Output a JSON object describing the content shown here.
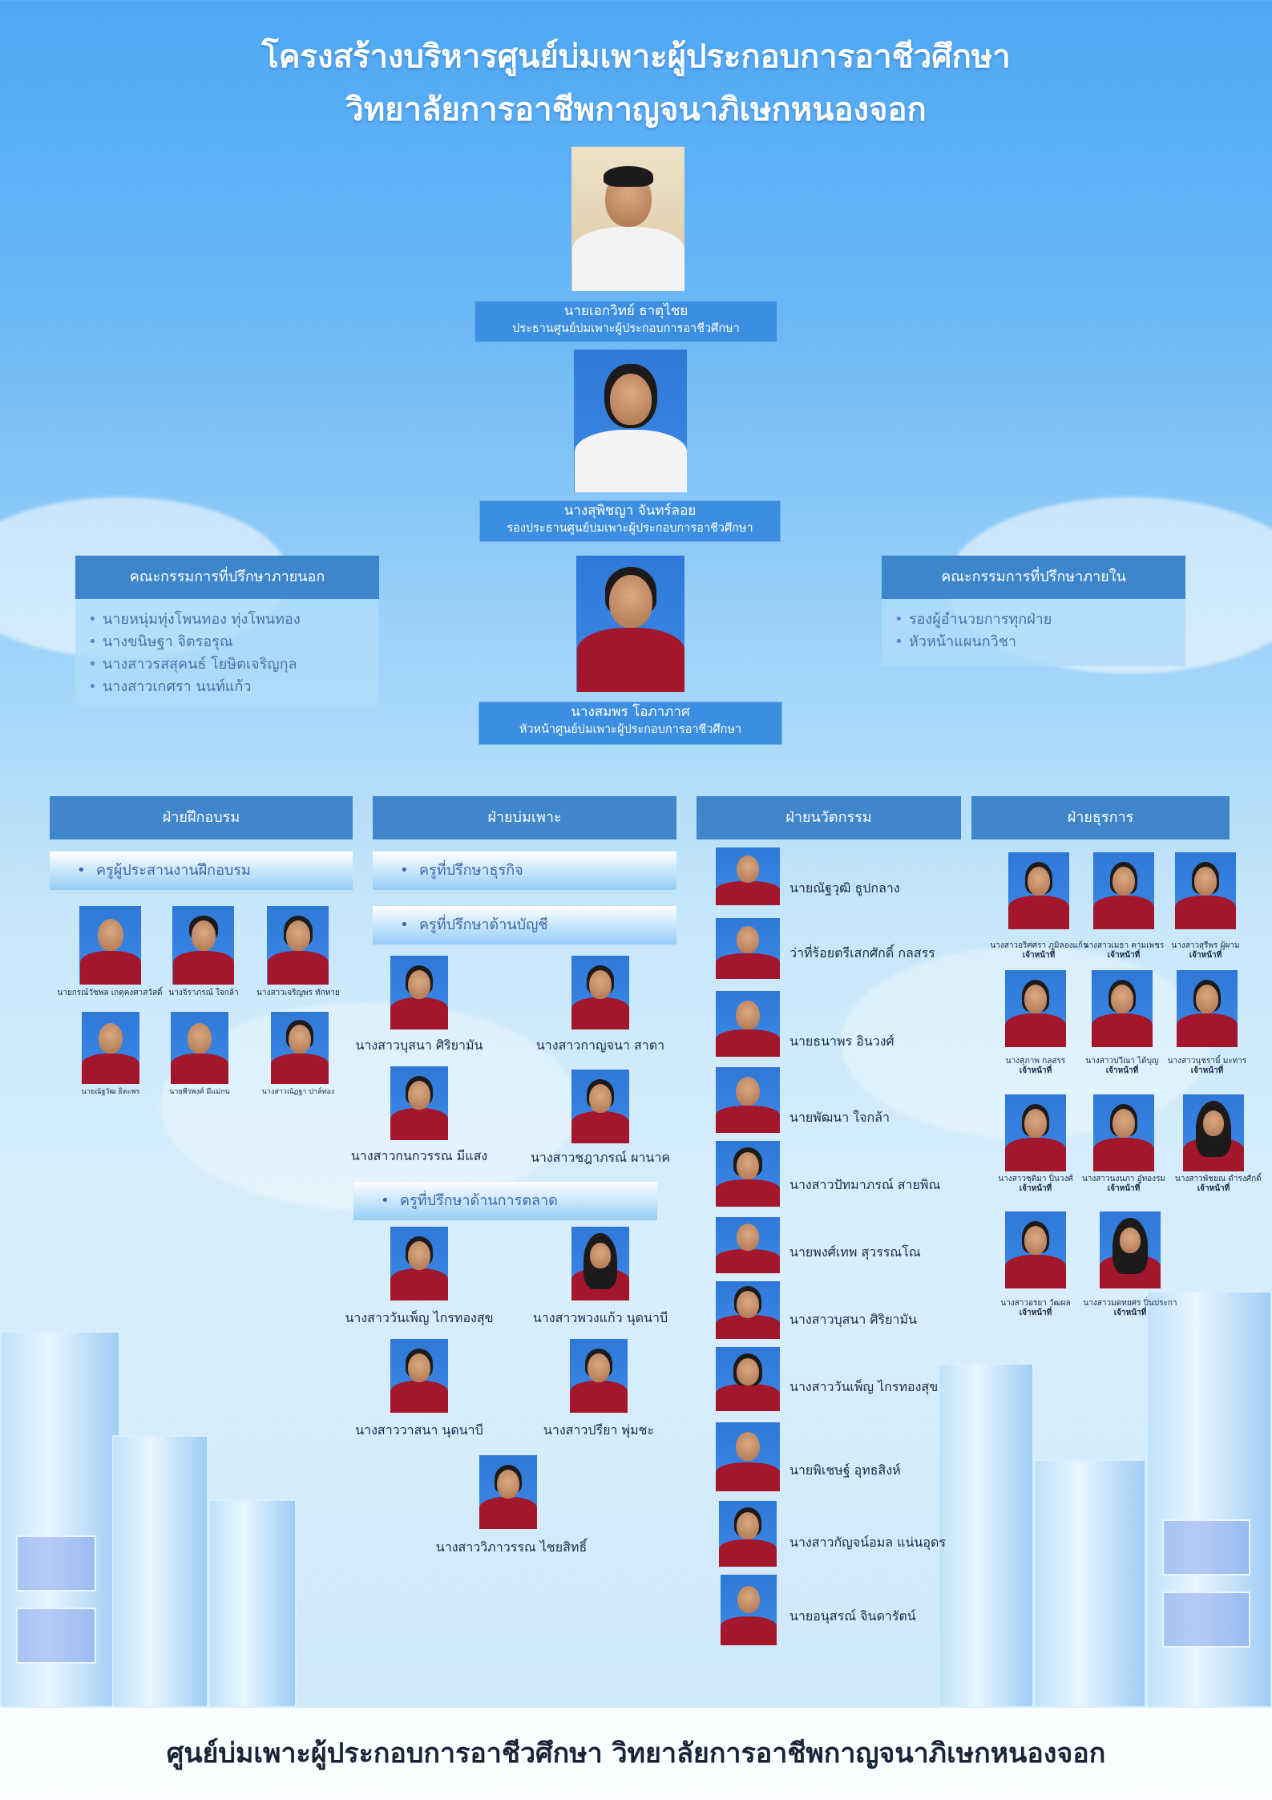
{
  "header": {
    "title_line1": "โครงสร้างบริหารศูนย์บ่มเพาะผู้ประกอบการอาชีวศึกษา",
    "title_line2": "วิทยาลัยการอาชีพกาญจนาภิเษกหนองจอก"
  },
  "leaders": [
    {
      "name": "นายเอกวิทย์ ธาตุไชย",
      "role": "ประธานศูนย์บ่มเพาะผู้ประกอบการอาชีวศึกษา"
    },
    {
      "name": "นางสุพิชญา จันทร์ลอย",
      "role": "รองประธานศูนย์บ่มเพาะผู้ประกอบการอาชีวศึกษา"
    },
    {
      "name": "นางสมพร โอภาภาศ",
      "role": "หัวหน้าศูนย์บ่มเพาะผู้ประกอบการอาชีวศึกษา"
    }
  ],
  "external_committee": {
    "title": "คณะกรรมการที่ปรึกษาภายนอก",
    "members": [
      "นายหนุ่มทุ่งโพนทอง ทุ่งโพนทอง",
      "นางขนิษฐา จิตรอรุณ",
      "นางสาวรสสุคนธ์ โยษิตเจริญกุล",
      "นางสาวเกศรา นนท์แก้ว"
    ]
  },
  "internal_committee": {
    "title": "คณะกรรมการที่ปรึกษาภายใน",
    "members": [
      "รองผู้อำนวยการทุกฝ่าย",
      "หัวหน้าแผนกวิชา"
    ]
  },
  "training": {
    "title": "ฝ่ายฝึกอบรม",
    "sub_title": "ครูผู้ประสานงานฝึกอบรม",
    "people": [
      "นายกรณ์วัชพล เกตุคงศาสวัสดิ์",
      "นางจิราภรณ์ ใจกล้า",
      "นางสาวเจริญพร ทักทาย",
      "นายณัฐวัฒ ธิตะพร",
      "นายพีรพงศ์ มีแม่กน",
      "นางสาวณัฏฐา ปาล์ทอง"
    ]
  },
  "incubation": {
    "title": "ฝ่ายบ่มเพาะ",
    "business_title": "ครูที่ปรึกษาธุรกิจ",
    "accounting_title": "ครูที่ปรึกษาด้านบัญชี",
    "accounting": [
      "นางสาวบุสนา ศิริยามัน",
      "นางสาวกาญจนา สาตา",
      "นางสาวกนกวรรณ มีแสง",
      "นางสาวชฎาภรณ์ ผานาค"
    ],
    "marketing_title": "ครูที่ปรึกษาด้านการตลาด",
    "marketing": [
      "นางสาววันเพ็ญ ไกรทองสุข",
      "นางสาวพวงแก้ว นุดนาบี",
      "นางสาววาสนา นุดนาบี",
      "นางสาวปรียา พุ่มชะ",
      "นางสาววิภาวรรณ ไชยสิทธิ์"
    ]
  },
  "innovation": {
    "title": "ฝ่ายนวัตกรรม",
    "people": [
      "นายณัฐวุฒิ ธูปกลาง",
      "ว่าที่ร้อยตรีเสกศักดิ์ กลสรร",
      "นายธนาพร อินวงศ์",
      "นายพัฒนา ใจกล้า",
      "นางสาวปัทมาภรณ์ สายพิณ",
      "นายพงศ์เทพ สุวรรณโณ",
      "นางสาวบุสนา ศิริยามัน",
      "นางสาววันเพ็ญ ไกรทองสุข",
      "นายพิเชษฐ์ อุทธสิงห์",
      "นางสาวกัญจน์อมล แน่นอุดร",
      "นายอนุสรณ์ จินดารัตน์"
    ]
  },
  "admin": {
    "title": "ฝ่ายธุรการ",
    "role_label": "เจ้าหน้าที่",
    "people": [
      "นางสาวอริศศรา ภูมิลองแก้ว",
      "นางสาวเมธา คามเพชร",
      "นางสาวสุรีพร ผู้ผาม",
      "นางสุภาพ กลสรร",
      "นางสาวปวีณา ได้บุญ",
      "นางสาวนุชรามิ์ มะทาร",
      "นางสาวชุติมา ปิ่นวงศ์",
      "นางสาวนงนภา อู๋ทองรม",
      "นางสาวพัชยณ ดำรงศักดิ์",
      "นางสาวอรยา วัฒผล",
      "นางสาวมดทยศร ปิ่นประกา"
    ]
  },
  "footer": {
    "text": "ศูนย์บ่มเพาะผู้ประกอบการอาชีวศึกษา วิทยาลัยการอาชีพกาญจนาภิเษกหนองจอก"
  }
}
